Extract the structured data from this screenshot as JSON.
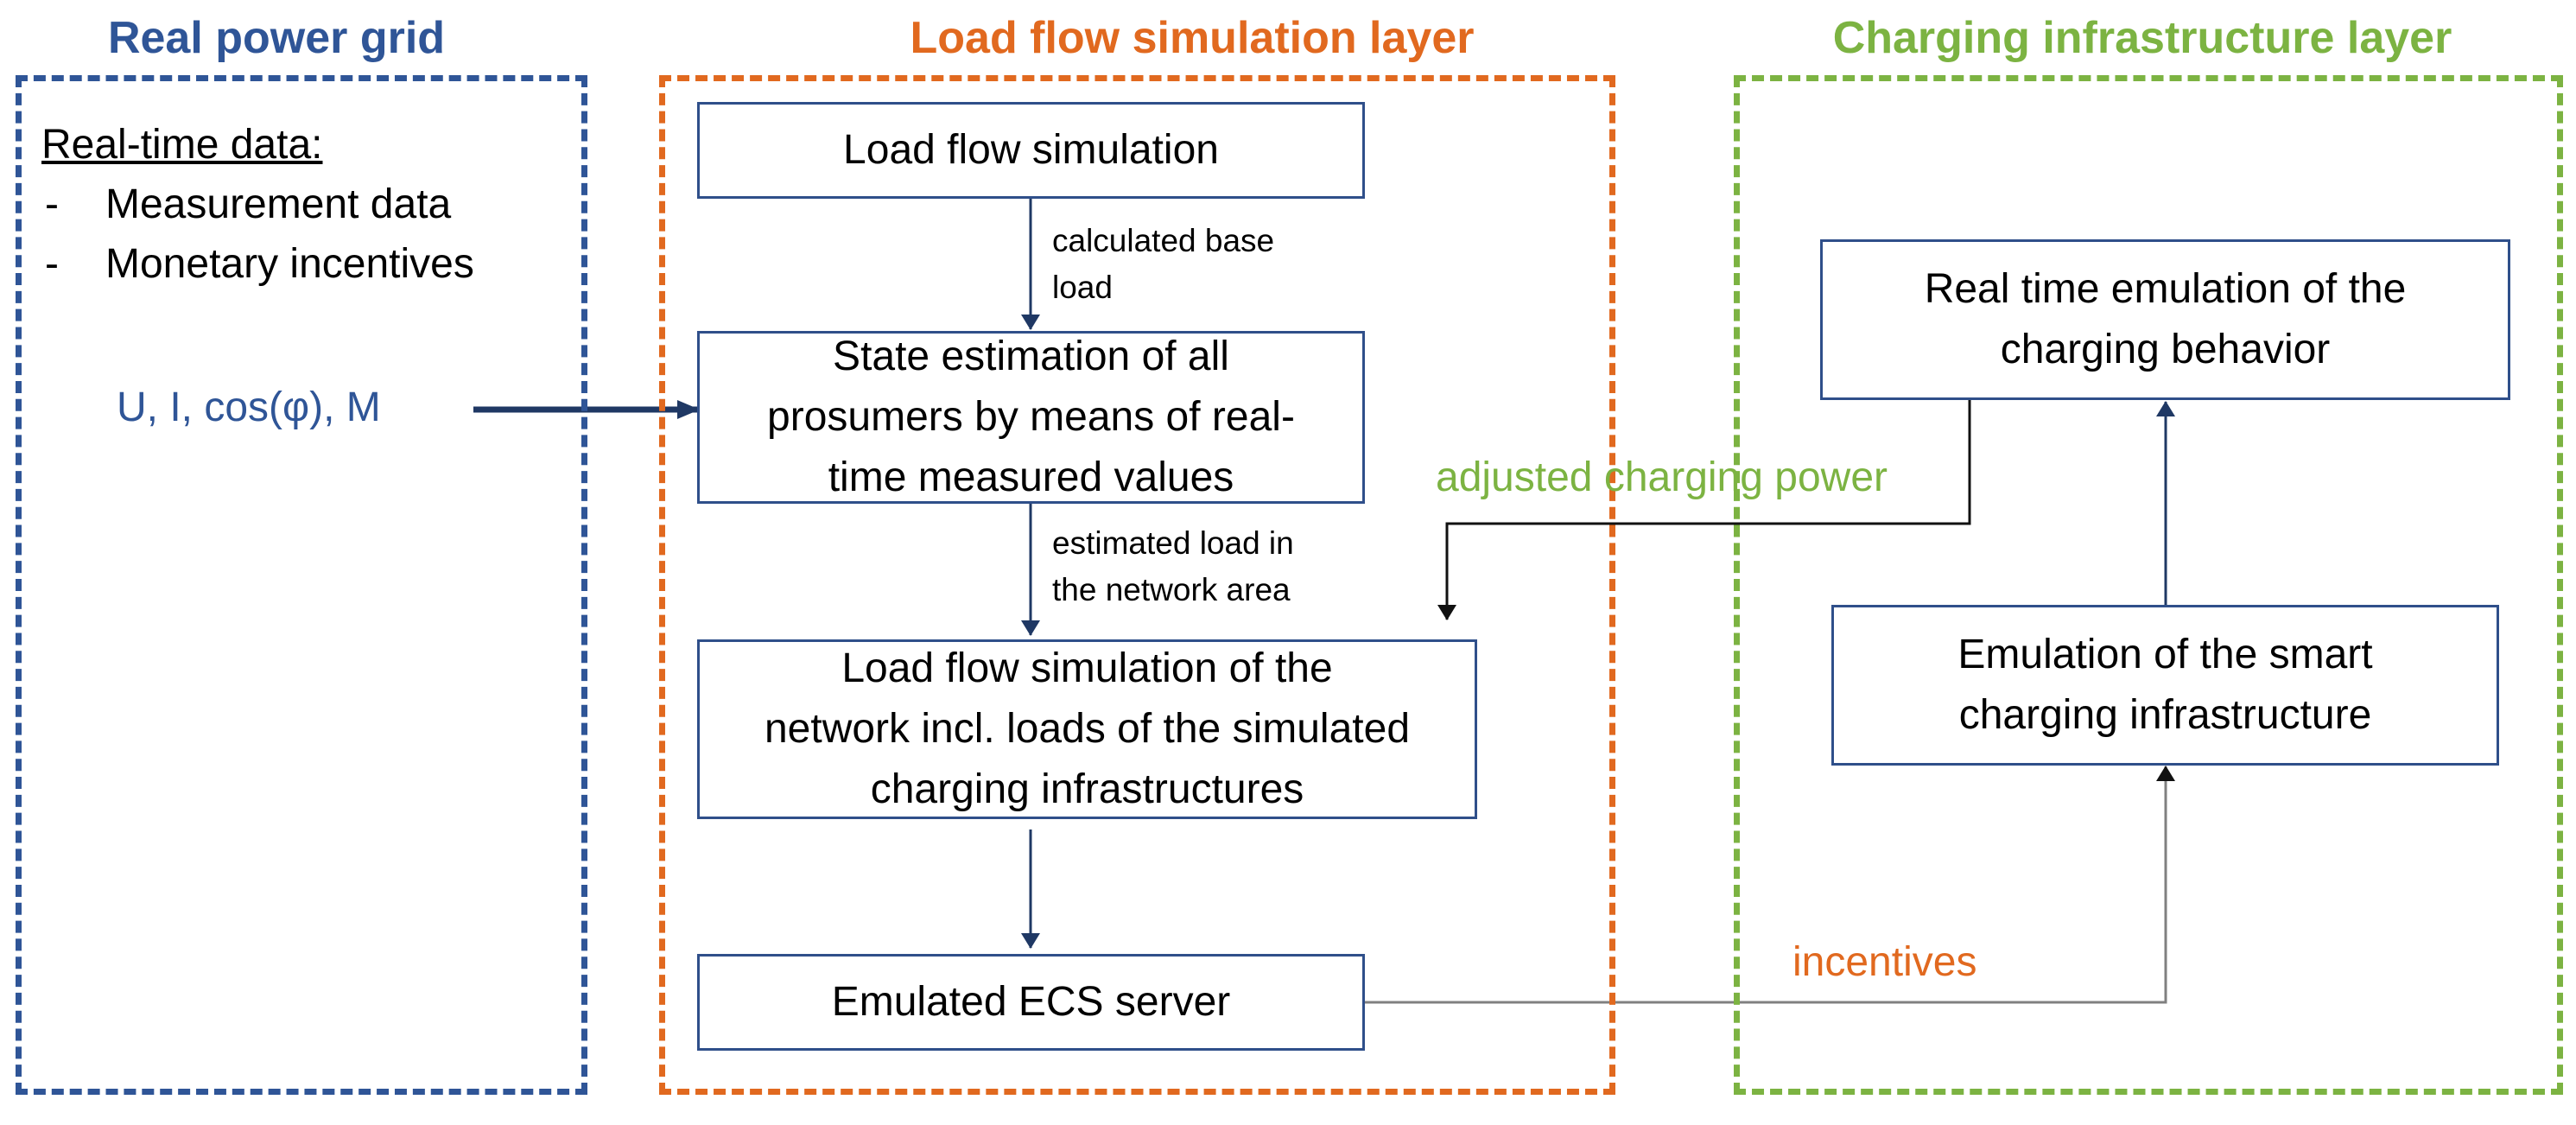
{
  "colors": {
    "grid": "#2F5597",
    "simulation": "#E1691F",
    "charging": "#7CB342",
    "box_border": "#2F4F8A",
    "arrow": "#1F3864",
    "incentive_arrow": "#808080"
  },
  "layers": {
    "grid": "Real power grid",
    "simulation": "Load flow simulation layer",
    "charging": "Charging infrastructure layer"
  },
  "grid_panel": {
    "heading": "Real-time data:",
    "bullets": [
      {
        "dash": "-",
        "text": "Measurement data"
      },
      {
        "dash": "-",
        "text": "Monetary incentives"
      }
    ],
    "signals": "U, I, cos(φ), M"
  },
  "boxes": {
    "load_flow_sim": [
      "Load flow simulation"
    ],
    "state_estimation": [
      "State estimation of all",
      "prosumers by means of real-",
      "time measured values"
    ],
    "network_sim": [
      "Load flow simulation of the",
      "network incl. loads of the simulated",
      "charging infrastructures"
    ],
    "ecs_server": [
      "Emulated ECS server"
    ],
    "realtime_emulation": [
      "Real time emulation of the",
      "charging behavior"
    ],
    "smart_charging": [
      "Emulation of the smart",
      "charging infrastructure"
    ]
  },
  "edge_labels": {
    "base_load": [
      "calculated base",
      "load"
    ],
    "estimated_load": [
      "estimated load in",
      "the network area"
    ],
    "adjusted_power": "adjusted charging power",
    "incentives": "incentives"
  }
}
